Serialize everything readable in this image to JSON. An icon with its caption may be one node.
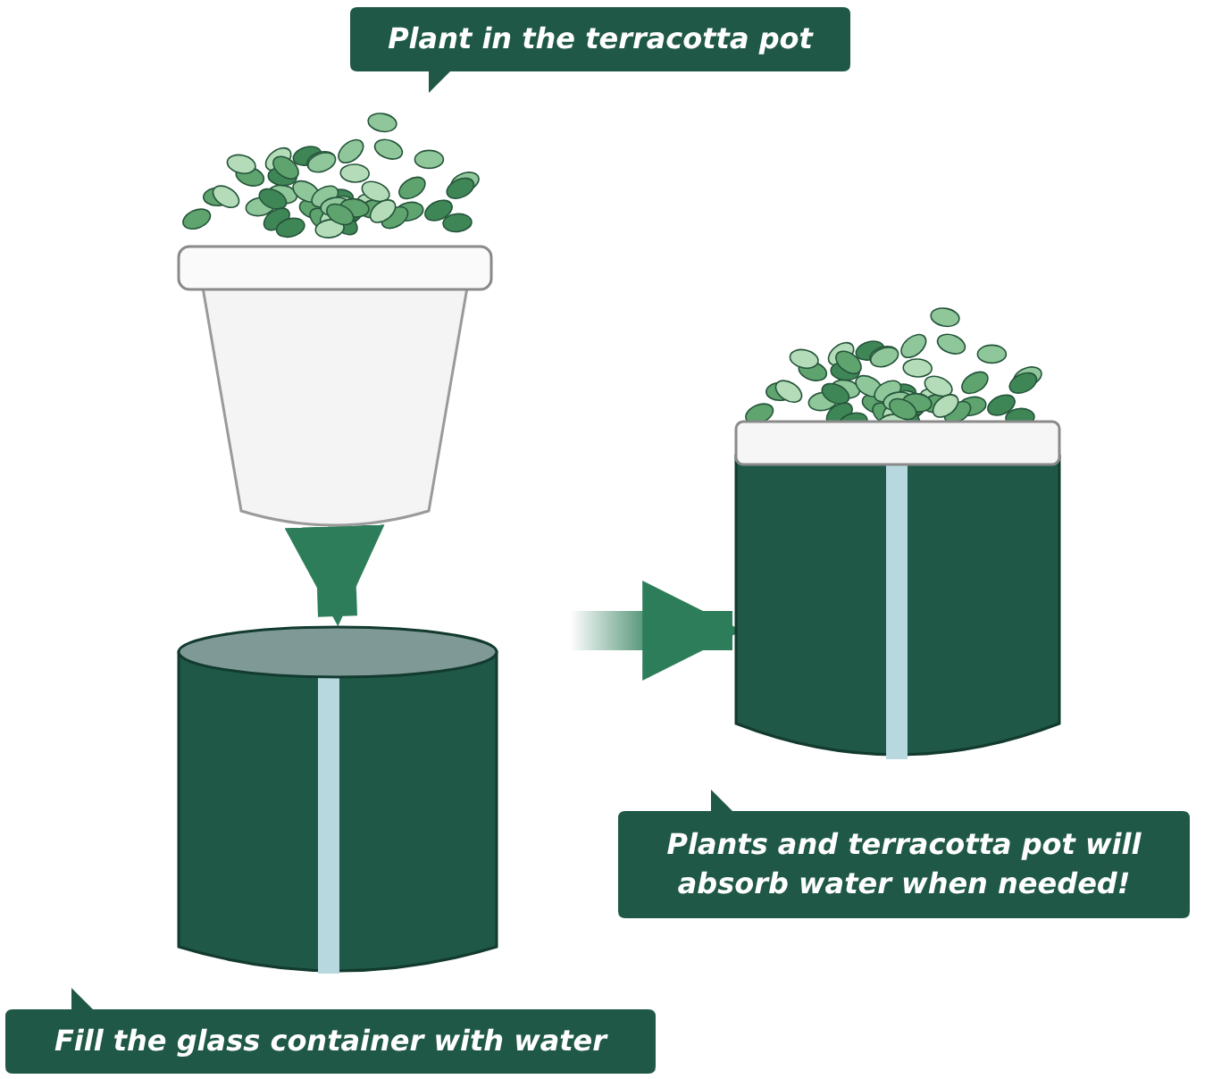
{
  "diagram": {
    "nodes": [
      {
        "text": [
          "Plant in the terracotta pot"
        ]
      },
      {
        "text": [],
        "shape": "picture"
      },
      {
        "text": [],
        "shape": "picture"
      },
      {
        "text": [],
        "shape": "picture"
      },
      {
        "text": [
          "Fill the glass container with water"
        ]
      },
      {
        "text": [
          "Plants and terracotta pot will absorb water when needed!"
        ]
      }
    ],
    "edges": [
      {
        "from": 1,
        "to": 2,
        "arrow": "to"
      },
      {
        "from": 2,
        "to": 3,
        "arrow": "to"
      }
    ]
  }
}
